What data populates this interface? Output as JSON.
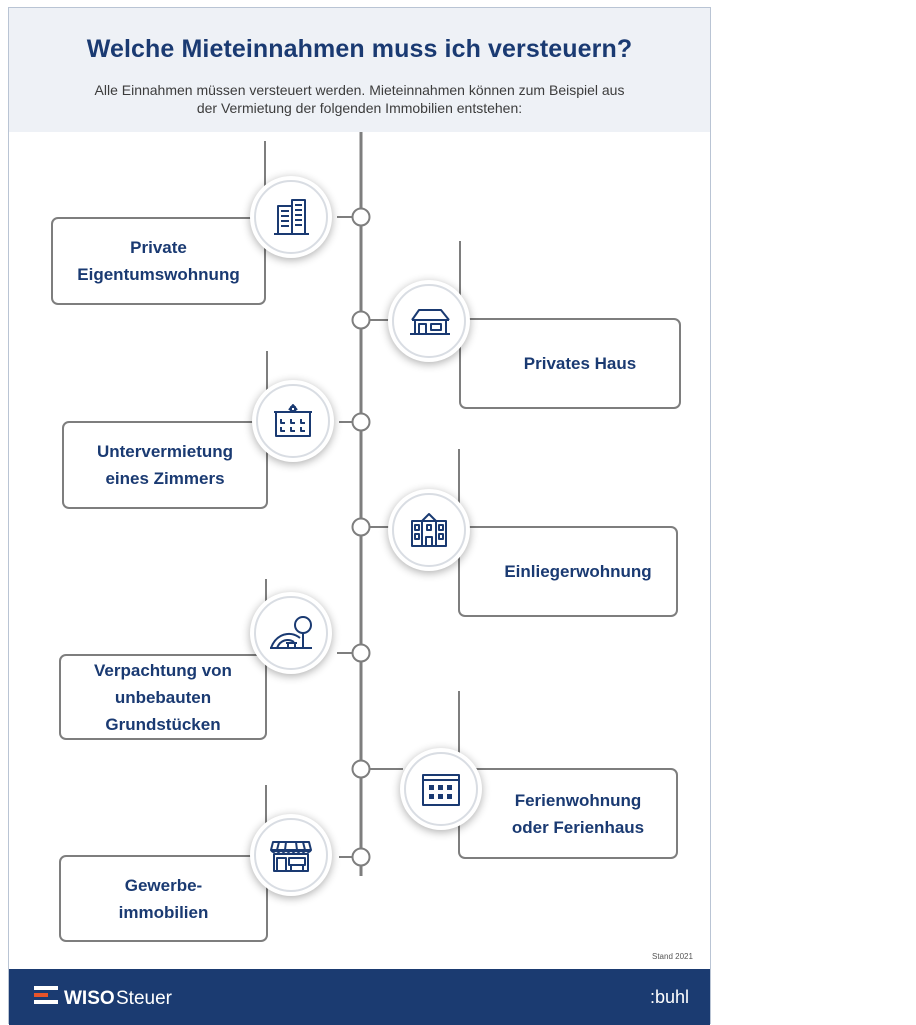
{
  "header": {
    "title": "Welche Mieteinnahmen muss ich versteuern?",
    "subtitle_line1": "Alle Einnahmen müssen versteuert werden. Mieteinnahmen können zum Beispiel aus",
    "subtitle_line2": "der Vermietung der folgenden Immobilien entstehen:"
  },
  "items": [
    {
      "label": "Private\nEigentumswohnung",
      "icon": "apartment-building-icon",
      "side": "left"
    },
    {
      "label": "Privates Haus",
      "icon": "house-icon",
      "side": "right"
    },
    {
      "label": "Untervermietung\neines Zimmers",
      "icon": "room-building-icon",
      "side": "left"
    },
    {
      "label": "Einliegerwohnung",
      "icon": "townhouse-icon",
      "side": "right"
    },
    {
      "label": "Verpachtung von\nunbebauten\nGrundstücken",
      "icon": "land-plot-icon",
      "side": "left"
    },
    {
      "label": "Ferienwohnung\noder Ferienhaus",
      "icon": "holiday-home-icon",
      "side": "right"
    },
    {
      "label": "Gewerbe-\nimmobilien",
      "icon": "shop-icon",
      "side": "left"
    }
  ],
  "stand": "Stand 2021",
  "footer": {
    "brand_bold": "WISO",
    "brand_regular": "Steuer",
    "publisher": ":buhl"
  },
  "colors": {
    "navy": "#1a3a72",
    "footer": "#1b3b71",
    "line": "#7e7e7e",
    "header_bg": "#eef1f6"
  }
}
